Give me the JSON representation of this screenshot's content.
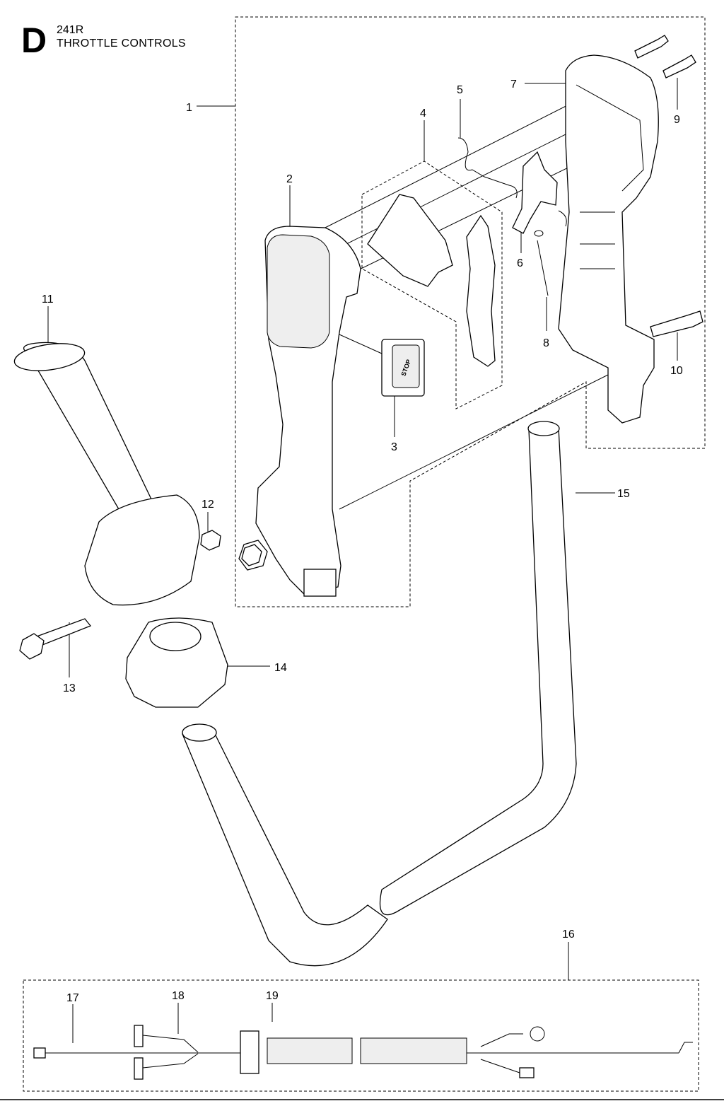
{
  "header": {
    "letter": "D",
    "model": "241R",
    "title": "THROTTLE CONTROLS"
  },
  "callouts": [
    {
      "number": "1"
    },
    {
      "number": "2"
    },
    {
      "number": "3"
    },
    {
      "number": "4"
    },
    {
      "number": "5"
    },
    {
      "number": "6"
    },
    {
      "number": "7"
    },
    {
      "number": "8"
    },
    {
      "number": "9"
    },
    {
      "number": "10"
    },
    {
      "number": "11"
    },
    {
      "number": "12"
    },
    {
      "number": "13"
    },
    {
      "number": "14"
    },
    {
      "number": "15"
    },
    {
      "number": "16"
    },
    {
      "number": "17"
    },
    {
      "number": "18"
    },
    {
      "number": "19"
    }
  ],
  "stop_switch_text": "STOP"
}
